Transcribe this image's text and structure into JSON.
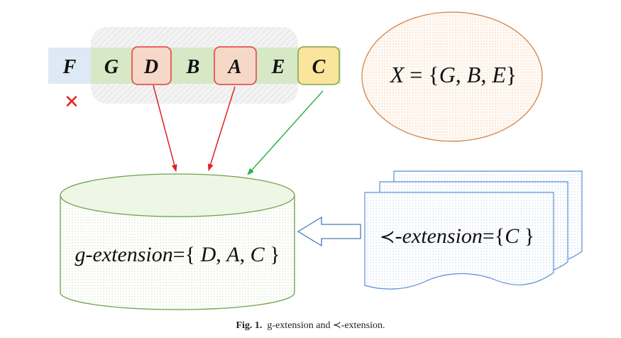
{
  "sequence": [
    {
      "label": "F",
      "style": "removed"
    },
    {
      "label": "G",
      "style": "plain"
    },
    {
      "label": "D",
      "style": "highlight"
    },
    {
      "label": "B",
      "style": "plain"
    },
    {
      "label": "A",
      "style": "highlight"
    },
    {
      "label": "E",
      "style": "plain"
    },
    {
      "label": "C",
      "style": "special"
    }
  ],
  "removed_mark": "✕",
  "set_x": {
    "lhs": "X",
    "eq": " = ",
    "lbrace": "{",
    "items": [
      {
        "value": "G",
        "sep": ", "
      },
      {
        "value": "B",
        "sep": ", "
      },
      {
        "value": "E",
        "sep": ""
      }
    ],
    "rbrace": "}"
  },
  "g_extension": {
    "label": "g-extension",
    "eq": "=",
    "lbrace": "{",
    "items": [
      {
        "value": "D",
        "sep": ", "
      },
      {
        "value": "A",
        "sep": ", "
      },
      {
        "value": "C",
        "sep": " "
      }
    ],
    "rbrace": "}"
  },
  "prec_extension": {
    "symbol": "≺",
    "label": "-extension",
    "eq": "=",
    "lbrace": "{",
    "items": [
      {
        "value": "C",
        "sep": " "
      }
    ],
    "rbrace": "}"
  },
  "caption": {
    "label": "Fig. 1.",
    "text": "g-extension and ≺-extension."
  },
  "colors": {
    "f_bg": "#dde9f5",
    "green_bg": "#d6e8c6",
    "red_border": "#e33b3b",
    "red_fill": "#f5d8c8",
    "yellow_fill": "#fbe49b",
    "yellow_border": "#7aa84b",
    "red_arrow": "#e02020",
    "green_arrow": "#2bb34a",
    "ellipse_border": "#d2824a",
    "ellipse_fill": "#fcefe3",
    "cylinder_border": "#6ea04b",
    "cylinder_fill": "#eef6e6",
    "doc_border": "#5b8fd6",
    "doc_fill": "#eef3fb",
    "hollow_arrow": "#4a78b5"
  }
}
